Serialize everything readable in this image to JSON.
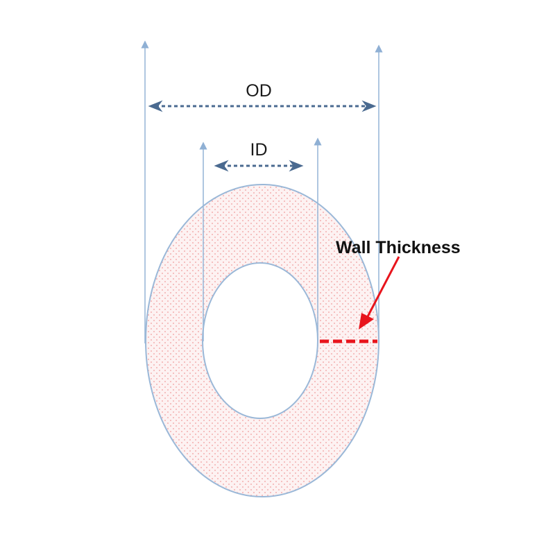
{
  "diagram": {
    "od_label": "OD",
    "id_label": "ID",
    "wall_label": "Wall Thickness"
  },
  "colors": {
    "outline": "#9ab8d8",
    "dimension_arrow": "#4a6a90",
    "fill_dots": "#f0a0a0",
    "fill_base": "#fdf0f0",
    "wall_marker": "#e8141c"
  }
}
